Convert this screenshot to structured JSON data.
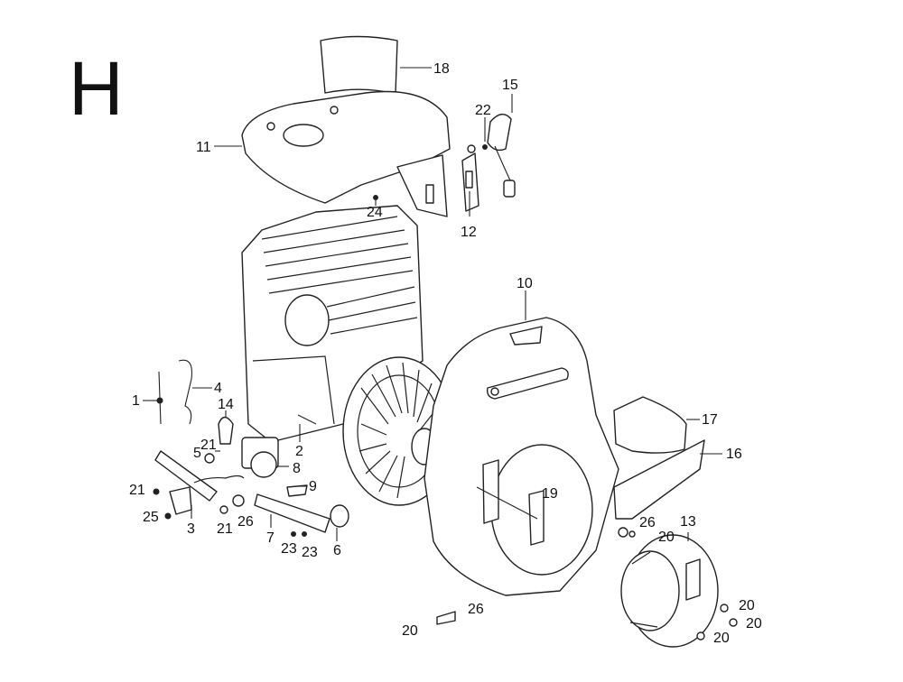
{
  "section_letter": "H",
  "callouts": {
    "c1": "1",
    "c2": "2",
    "c3": "3",
    "c4": "4",
    "c5": "5",
    "c6": "6",
    "c7": "7",
    "c8": "8",
    "c9": "9",
    "c10": "10",
    "c11": "11",
    "c12": "12",
    "c13": "13",
    "c14": "14",
    "c15": "15",
    "c16": "16",
    "c17": "17",
    "c18": "18",
    "c19": "19",
    "c20a": "20",
    "c20b": "20",
    "c20c": "20",
    "c20d": "20",
    "c20e": "20",
    "c21a": "21",
    "c21b": "21",
    "c21c": "21",
    "c22": "22",
    "c23a": "23",
    "c23b": "23",
    "c24": "24",
    "c25": "25",
    "c26a": "26",
    "c26b": "26",
    "c26c": "26"
  }
}
